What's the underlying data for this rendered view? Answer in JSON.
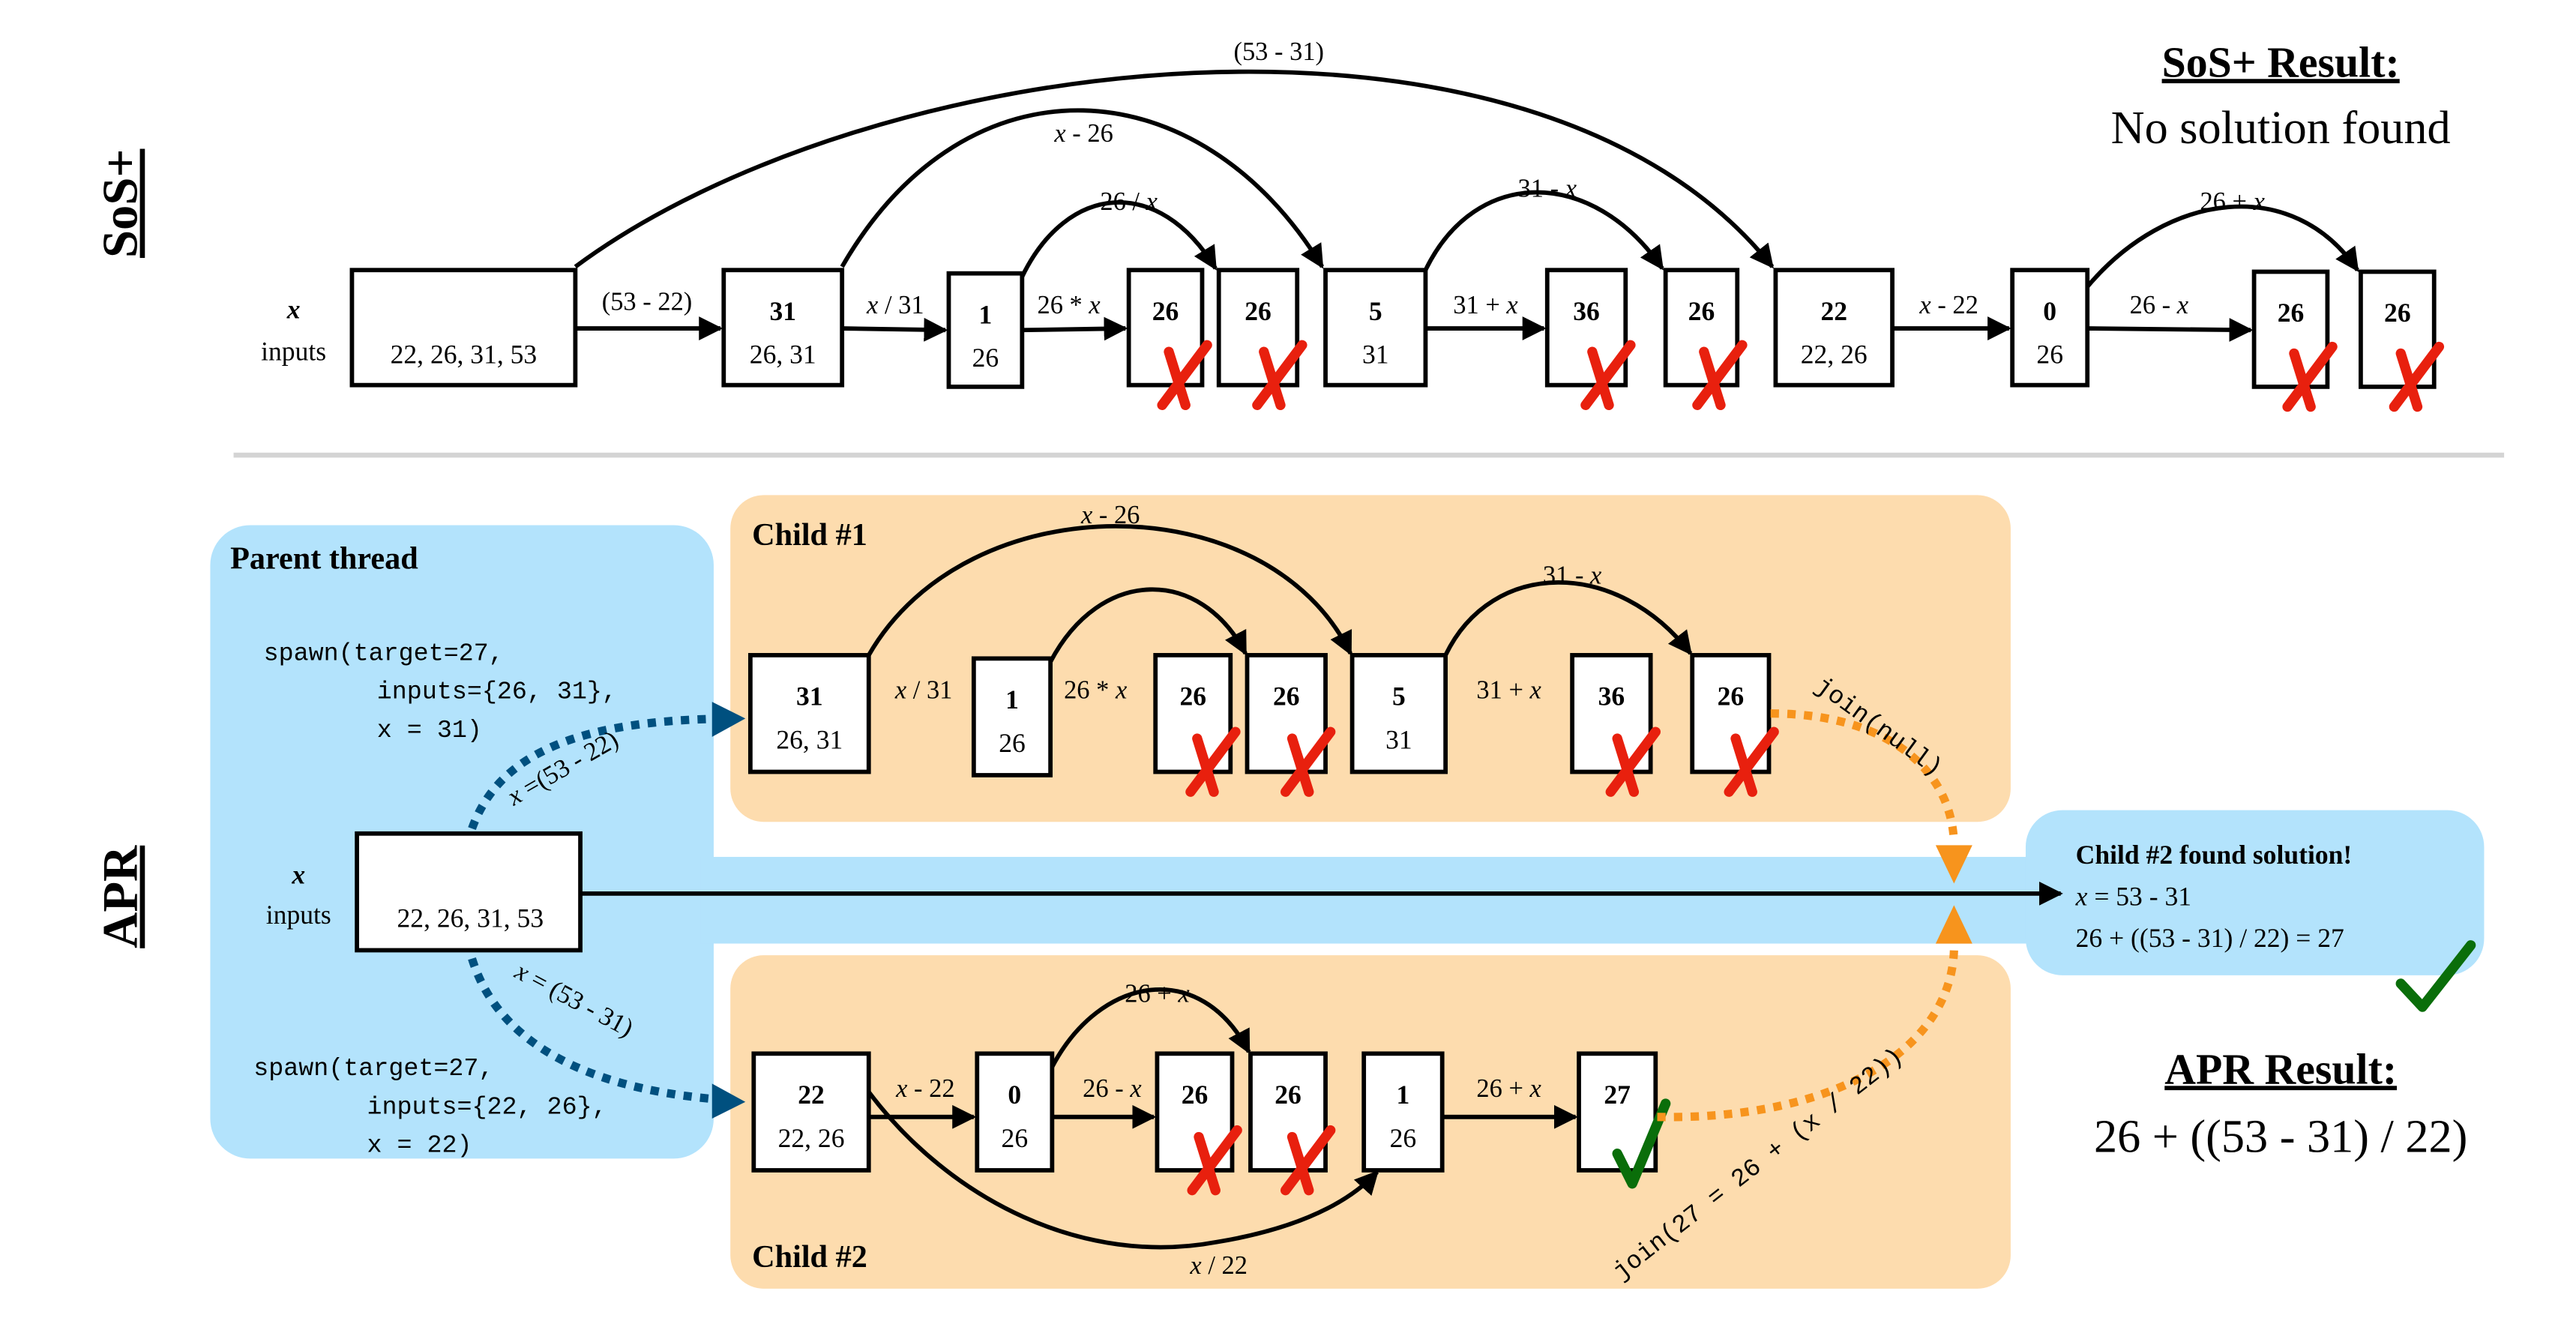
{
  "colors": {
    "parent_bg": "#b3e3fc",
    "child_bg": "#fddcae",
    "spawn_arrow": "#00507f",
    "join_arrow": "#f7941d",
    "fail_mark": "#e8200e",
    "success_mark": "#0a6e0a",
    "divider": "#d4d4d4"
  },
  "sos": {
    "section_label": "SoS+",
    "result_title": "SoS+ Result:",
    "result_text": "No solution found",
    "row_labels": {
      "x": "x",
      "inputs": "inputs"
    },
    "root_inputs": "22, 26, 31, 53",
    "nodes": [
      {
        "value": "31",
        "inputs": "26, 31",
        "status": ""
      },
      {
        "value": "1",
        "inputs": "26",
        "status": ""
      },
      {
        "value": "26",
        "inputs": "",
        "status": "fail"
      },
      {
        "value": "26",
        "inputs": "",
        "status": "fail"
      },
      {
        "value": "5",
        "inputs": "31",
        "status": ""
      },
      {
        "value": "36",
        "inputs": "",
        "status": "fail"
      },
      {
        "value": "26",
        "inputs": "",
        "status": "fail"
      },
      {
        "value": "22",
        "inputs": "22, 26",
        "status": ""
      },
      {
        "value": "0",
        "inputs": "26",
        "status": ""
      },
      {
        "value": "26",
        "inputs": "",
        "status": "fail"
      },
      {
        "value": "26",
        "inputs": "",
        "status": "fail"
      }
    ],
    "edges": {
      "root_to_31": "(53 - 22)",
      "n31_to_1": {
        "var": "x",
        "rest": " / 31"
      },
      "n1_to_26": {
        "pre": "26 * ",
        "var": "x"
      },
      "n1_arc_26": {
        "pre": "26 / ",
        "var": "x"
      },
      "n31_arc_5": {
        "var": "x",
        "rest": " - 26"
      },
      "n5_to_36": {
        "pre": "31 + ",
        "var": "x"
      },
      "n5_arc_26": {
        "pre": "31 - ",
        "var": "x"
      },
      "root_arc_22": "(53 - 31)",
      "n22_to_0": {
        "var": "x",
        "rest": " - 22"
      },
      "n0_to_26": {
        "pre": "26 - ",
        "var": "x"
      },
      "n0_arc_26": {
        "pre": "26 + ",
        "var": "x"
      }
    }
  },
  "apr": {
    "section_label": "APR",
    "result_title": "APR Result:",
    "result_text": "26 + ((53 - 31) / 22)",
    "parent": {
      "title": "Parent thread",
      "row_labels": {
        "x": "x",
        "inputs": "inputs"
      },
      "root_inputs": "22, 26, 31, 53",
      "spawn1": [
        "spawn(target=27,",
        "inputs={26, 31},",
        "x = 31)"
      ],
      "spawn2": [
        "spawn(target=27,",
        "inputs={22, 26},",
        "x = 22)"
      ],
      "spawn1_edge": {
        "var": "x",
        "rest": " =(53 - 22)"
      },
      "spawn2_edge": {
        "var": "x",
        "rest": " = (53 - 31)"
      }
    },
    "child1": {
      "title": "Child #1",
      "nodes": [
        {
          "value": "31",
          "inputs": "26, 31",
          "status": ""
        },
        {
          "value": "1",
          "inputs": "26",
          "status": ""
        },
        {
          "value": "26",
          "inputs": "",
          "status": "fail"
        },
        {
          "value": "26",
          "inputs": "",
          "status": "fail"
        },
        {
          "value": "5",
          "inputs": "31",
          "status": ""
        },
        {
          "value": "36",
          "inputs": "",
          "status": "fail"
        },
        {
          "value": "26",
          "inputs": "",
          "status": "fail"
        }
      ],
      "edges": {
        "n31_to_1": {
          "var": "x",
          "rest": " / 31"
        },
        "n1_to_26": {
          "pre": "26 * ",
          "var": "x"
        },
        "n31_arc_5": {
          "var": "x",
          "rest": " - 26"
        },
        "n5_to_36": {
          "pre": "31 + ",
          "var": "x"
        },
        "n5_arc_26": {
          "pre": "31 - ",
          "var": "x"
        }
      },
      "join": "join(null)"
    },
    "child2": {
      "title": "Child #2",
      "nodes": [
        {
          "value": "22",
          "inputs": "22, 26",
          "status": ""
        },
        {
          "value": "0",
          "inputs": "26",
          "status": ""
        },
        {
          "value": "26",
          "inputs": "",
          "status": "fail"
        },
        {
          "value": "26",
          "inputs": "",
          "status": "fail"
        },
        {
          "value": "1",
          "inputs": "26",
          "status": ""
        },
        {
          "value": "27",
          "inputs": "",
          "status": "success"
        }
      ],
      "edges": {
        "n22_to_0": {
          "var": "x",
          "rest": " - 22"
        },
        "n0_to_26": {
          "pre": "26 - ",
          "var": "x"
        },
        "n0_arc_26": {
          "pre": "26 + ",
          "var": "x"
        },
        "n22_arc_1": {
          "var": "x",
          "rest": " / 22"
        },
        "n1_to_27": {
          "pre": "26 + ",
          "var": "x"
        }
      },
      "join": "join(27 = 26 + (x / 22))"
    },
    "solution": {
      "title": "Child #2 found solution!",
      "line1": {
        "var": "x",
        "rest": " = 53 - 31"
      },
      "line2": "26 + ((53 - 31) / 22) = 27"
    }
  }
}
